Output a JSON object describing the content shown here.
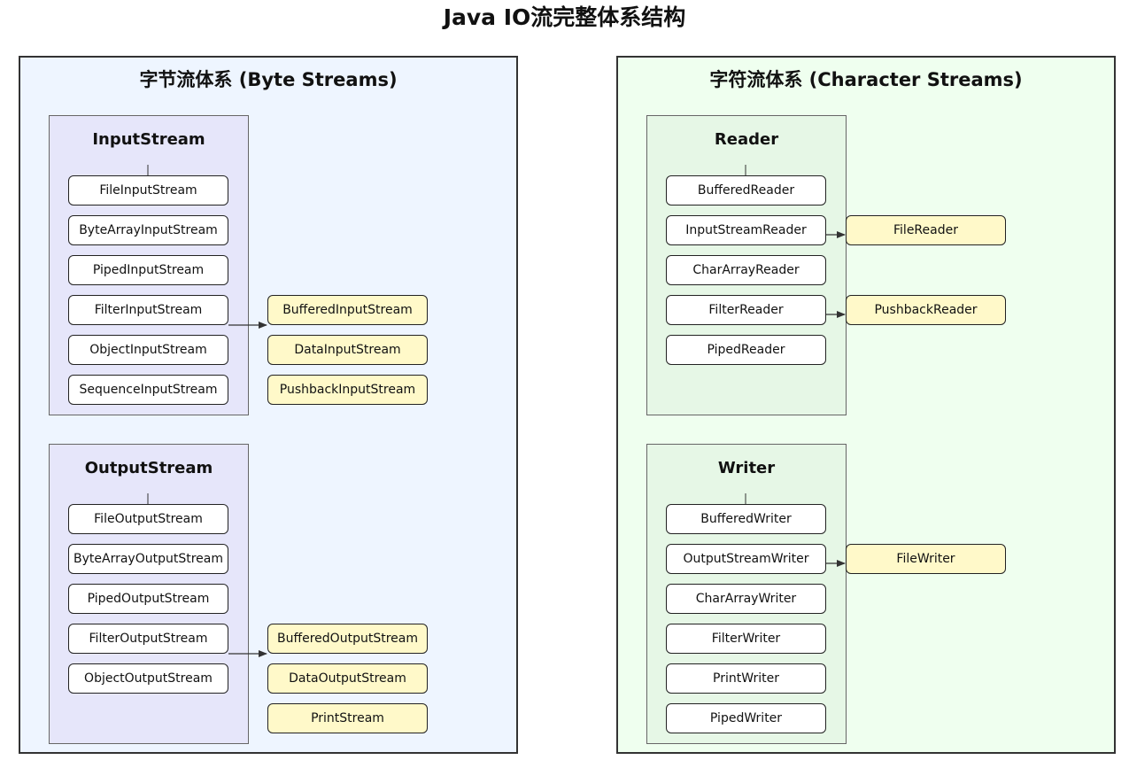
{
  "title": "Java IO流完整体系结构",
  "colors": {
    "byte_panel_bg": "#eef5ff",
    "char_panel_bg": "#efffef",
    "byte_group_bg": "#e6e6fa",
    "char_group_bg": "#e6f7e6",
    "subclass_bg": "#fff9c9",
    "node_bg": "#ffffff",
    "border": "#333333"
  },
  "byte_streams": {
    "title": "字节流体系 (Byte Streams)",
    "input": {
      "title": "InputStream",
      "classes": [
        "FileInputStream",
        "ByteArrayInputStream",
        "PipedInputStream",
        "FilterInputStream",
        "ObjectInputStream",
        "SequenceInputStream"
      ],
      "subclasses": [
        "BufferedInputStream",
        "DataInputStream",
        "PushbackInputStream"
      ]
    },
    "output": {
      "title": "OutputStream",
      "classes": [
        "FileOutputStream",
        "ByteArrayOutputStream",
        "PipedOutputStream",
        "FilterOutputStream",
        "ObjectOutputStream"
      ],
      "subclasses": [
        "BufferedOutputStream",
        "DataOutputStream",
        "PrintStream"
      ]
    }
  },
  "char_streams": {
    "title": "字符流体系 (Character Streams)",
    "reader": {
      "title": "Reader",
      "classes": [
        "BufferedReader",
        "InputStreamReader",
        "CharArrayReader",
        "FilterReader",
        "PipedReader"
      ],
      "subclasses": [
        "FileReader",
        "PushbackReader"
      ]
    },
    "writer": {
      "title": "Writer",
      "classes": [
        "BufferedWriter",
        "OutputStreamWriter",
        "CharArrayWriter",
        "FilterWriter",
        "PrintWriter",
        "PipedWriter"
      ],
      "subclasses": [
        "FileWriter"
      ]
    }
  }
}
